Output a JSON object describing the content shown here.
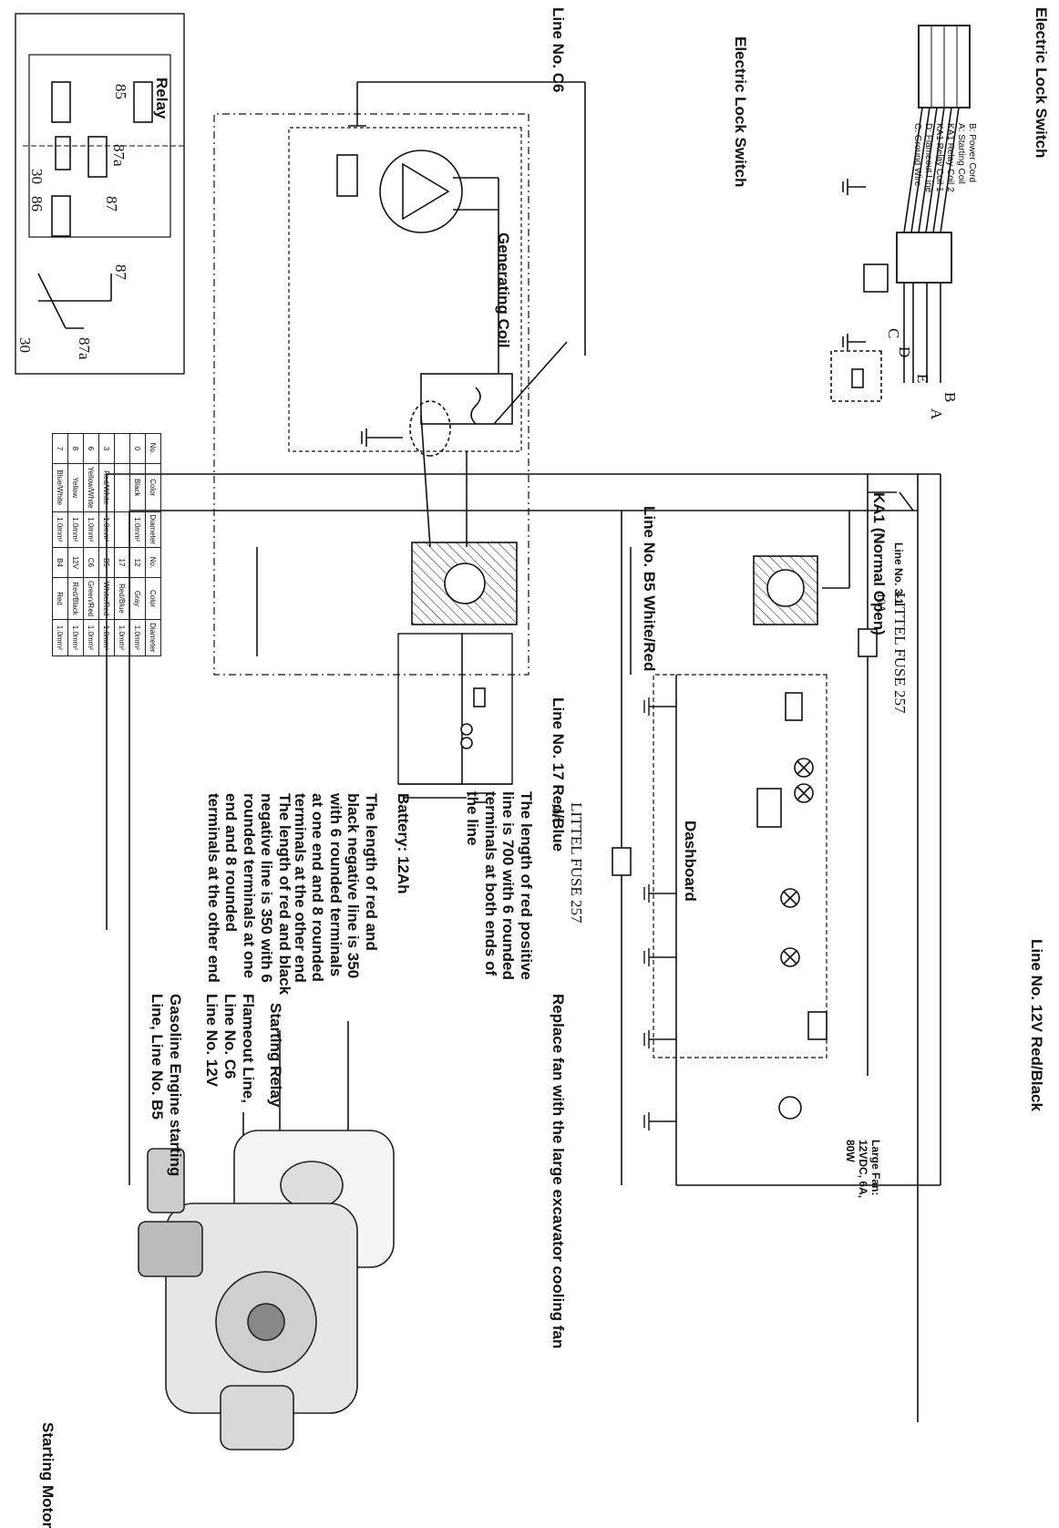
{
  "top": {
    "lock_switch_title": "Electric Lock Switch",
    "lock_switch_desc": "Electric Lock Switch",
    "line_12v": "Line No. 12V Red/Black",
    "ka1": "KA1 (Normal Open)",
    "line_31": "Line No. 3-1",
    "fuse_top": "LITTEL FUSE 257",
    "fuse_top_amp": "10A",
    "line_b5": "Line No. B5 White/Red",
    "line_c6": "Line No. C6",
    "generating_coil": "Generating Coil",
    "line_17": "Line No. 17 Red/Blue",
    "fuse_mid": "LITTEL FUSE 257",
    "fuse_mid_amp": "10A",
    "dashboard": "Dashboard",
    "large_fan": "Large Fan: 12VDC, 6A, 80W",
    "replace_fan": "Replace fan with the large excavator cooling fan"
  },
  "lock_switch_terminals": [
    "B: Power Cord",
    "A: Starting Coil",
    "KA1 Relay Coil 2",
    "KA1 Relay Coil 1",
    "D: Flameout Line",
    "C: Ground Wire"
  ],
  "lock_switch_letters": [
    "B",
    "A",
    "E",
    "D",
    "C"
  ],
  "relay": {
    "title": "Relay",
    "pins": [
      "85",
      "87a",
      "87",
      "86",
      "30"
    ],
    "switch_labels": [
      "87",
      "87a",
      "30"
    ]
  },
  "notes": {
    "red_positive": "The length of red positive line is 700 with 6 rounded terminals at both ends of the line",
    "battery": "Battery: 12Ah",
    "neg_350_a": "The length of red and black negative line is 350 with 6 rounded terminals at one end and 8 rounded terminals at the other end",
    "neg_350_b": "The length of red and black negative line is 350 with 6 rounded terminals at one end and 8 rounded terminals at the other end"
  },
  "engine_labels": {
    "starting_relay": "Starting Relay",
    "flameout": "Flameout Line, Line No. C6",
    "line_12v": "Line No. 12V",
    "gas_starting": "Gasoline Engine starting Line, Line No. B5",
    "starting_motor": "Starting Motor"
  },
  "wire_table": {
    "headers": [
      "No.",
      "Color",
      "Diameter",
      "No.",
      "Color",
      "Diameter"
    ],
    "rows": [
      [
        "0",
        "Black",
        "1.0mm²",
        "12",
        "Gray",
        "1.0mm²"
      ],
      [
        "",
        "",
        "",
        "17",
        "Red/Blue",
        "1.0mm²"
      ],
      [
        "3",
        "Red/White",
        "1.0mm²",
        "B5",
        "White/Red",
        "1.0mm²"
      ],
      [
        "6",
        "Yellow/White",
        "1.0mm²",
        "C6",
        "Green/Red",
        "1.0mm²"
      ],
      [
        "8",
        "Yellow",
        "1.0mm²",
        "12V",
        "Red/Black",
        "1.0mm²"
      ],
      [
        "7",
        "Blue/White",
        "1.0mm²",
        "B4",
        "Red",
        "1.0mm²"
      ]
    ]
  }
}
